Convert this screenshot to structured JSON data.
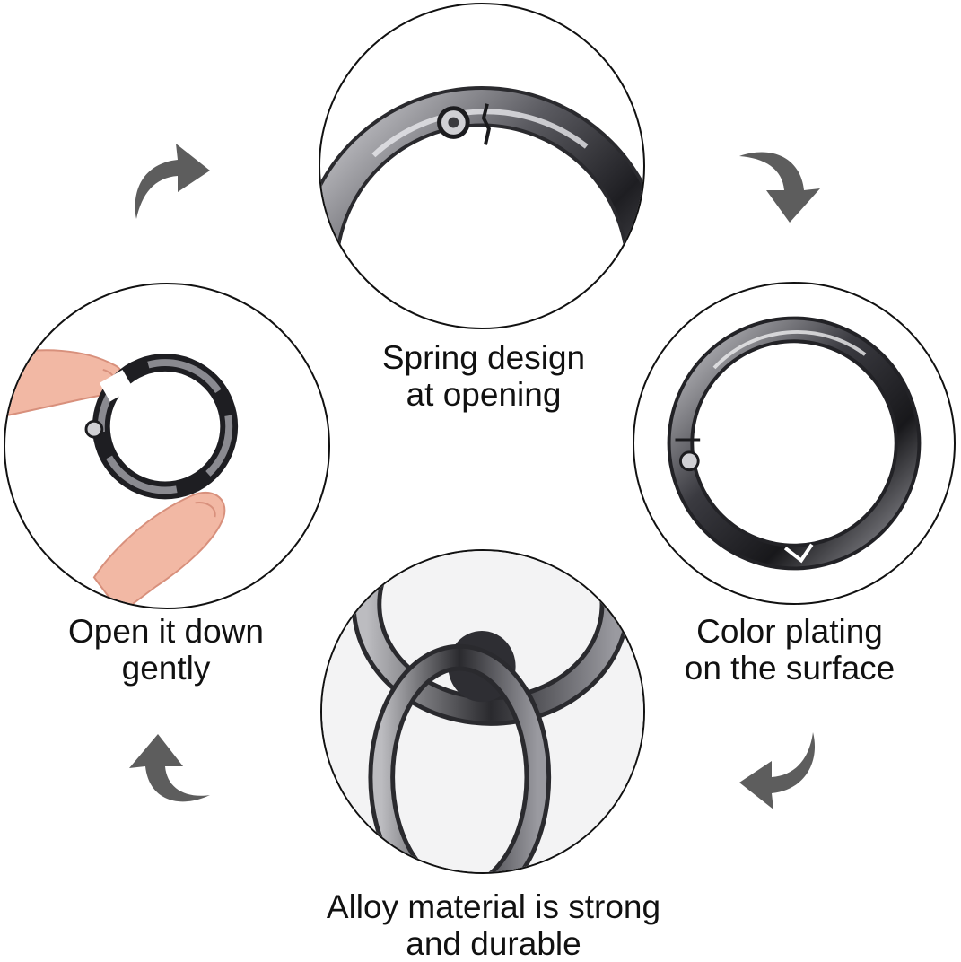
{
  "captions": {
    "spring": {
      "line1": "Spring design",
      "line2": "at opening"
    },
    "open": {
      "line1": "Open it down",
      "line2": "gently"
    },
    "plating": {
      "line1": "Color plating",
      "line2": "on the surface"
    },
    "alloy": {
      "line1": "Alloy material is strong",
      "line2": "and durable"
    }
  },
  "colors": {
    "ring_dark": "#2c2c30",
    "ring_mid": "#6c6c72",
    "ring_light": "#d6d6da",
    "arrow": "#5d5d5d",
    "skin": "#f2b8a4",
    "outline": "#111111"
  },
  "icons": [
    "curved-arrow-icon"
  ]
}
